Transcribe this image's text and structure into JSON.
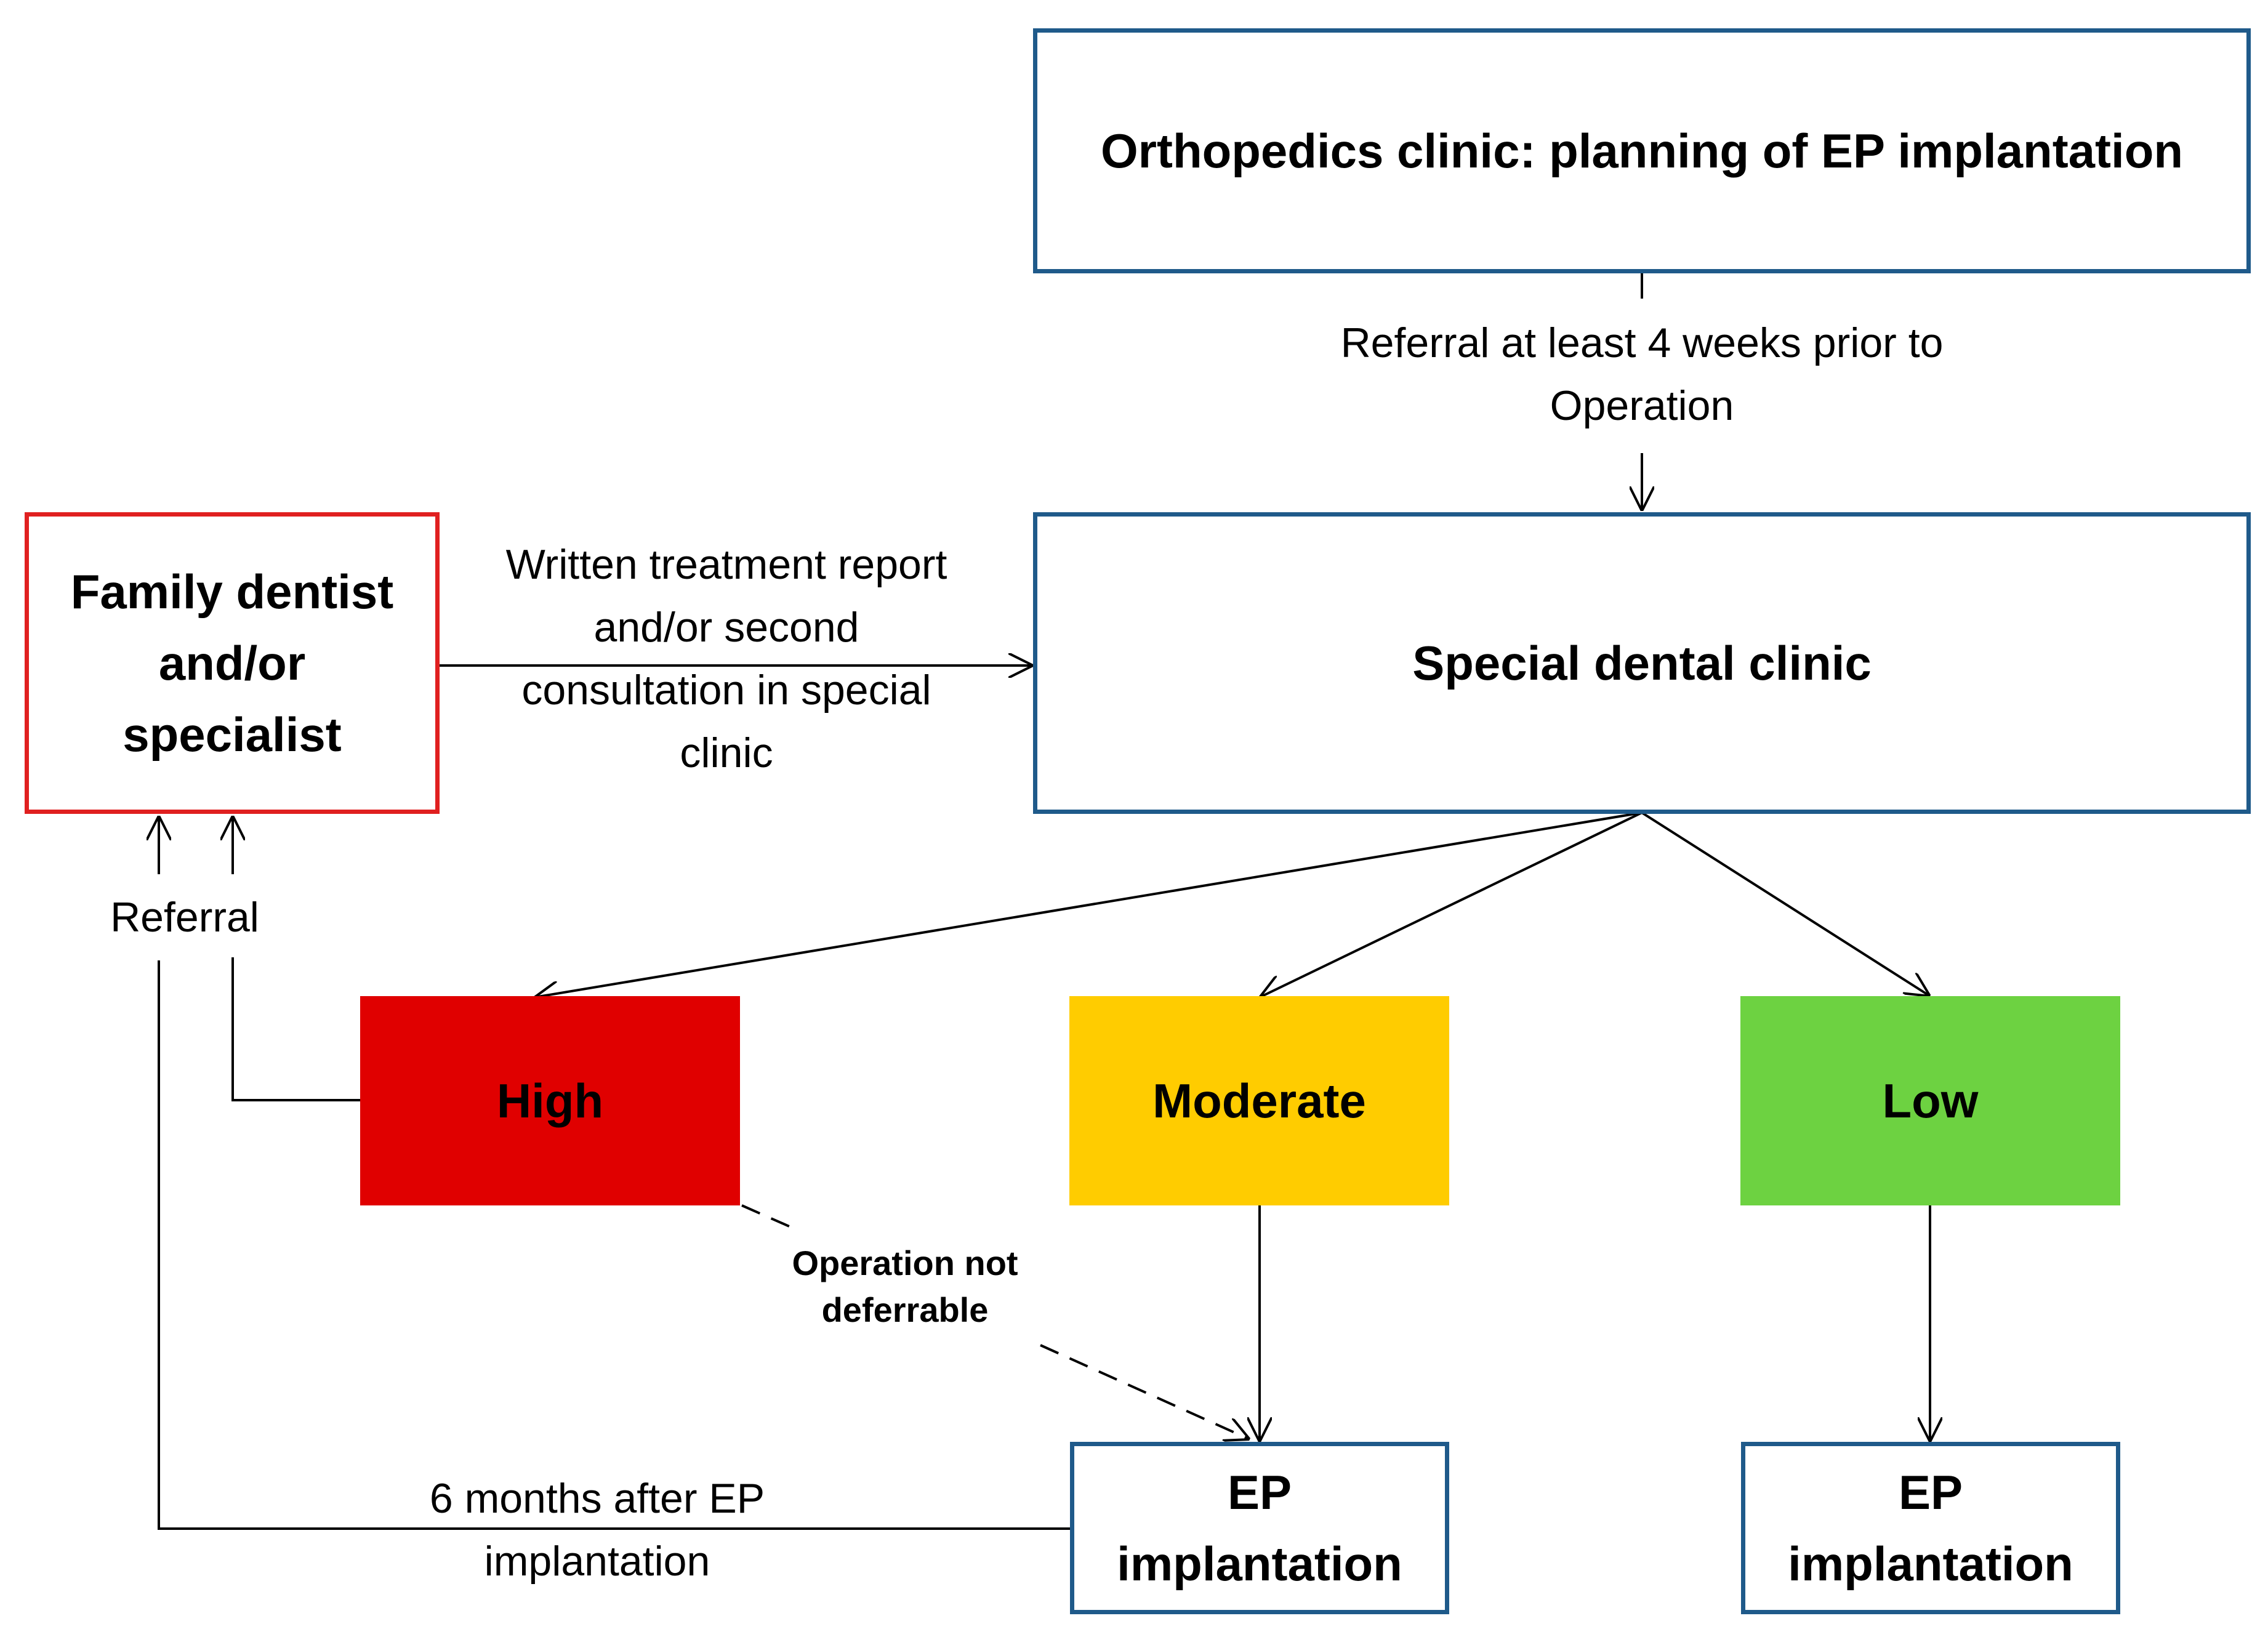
{
  "boxes": {
    "orthopedics": "Orthopedics clinic: planning of EP implantation",
    "special_clinic": "Special dental clinic",
    "family_dentist": "Family dentist and/or specialist",
    "high": "High",
    "moderate": "Moderate",
    "low": "Low",
    "ep_implantation_moderate": "EP implantation",
    "ep_implantation_low": "EP implantation"
  },
  "labels": {
    "referral_timing": "Referral at least 4 weeks prior to Operation",
    "written_report": "Written treatment report and/or second consultation in special clinic",
    "referral": "Referral",
    "not_deferrable": "Operation not deferrable",
    "six_months": "6 months after EP implantation"
  },
  "colors": {
    "box_border": "#1f5a8a",
    "family_border": "#e02020",
    "high": "#e00000",
    "moderate": "#ffcc00",
    "low": "#6dd241",
    "line": "#000000"
  }
}
